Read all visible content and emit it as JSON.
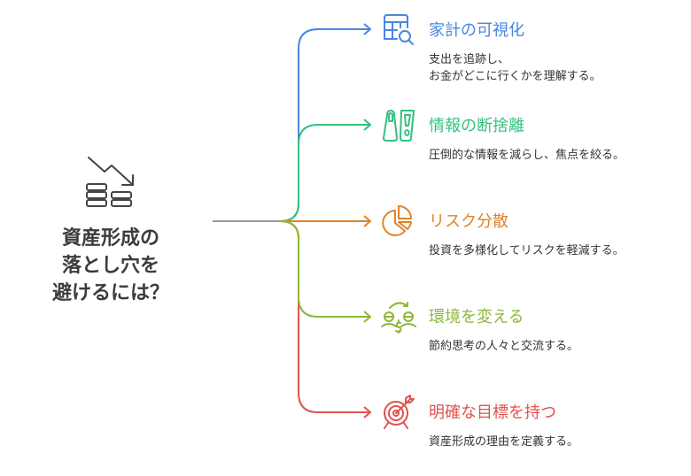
{
  "center": {
    "lines": [
      "資産形成の",
      "落とし穴を",
      "避けるには？"
    ],
    "icon": "declining-coins-icon",
    "color": "#444444"
  },
  "connector_color": "#999999",
  "branches": [
    {
      "title": "家計の可視化",
      "desc": [
        "支出を追跡し、",
        "お金がどこに行くかを理解する。"
      ],
      "color": "#4a86e0",
      "icon": "table-search-icon"
    },
    {
      "title": "情報の断捨離",
      "desc": [
        "圧倒的な情報を減らし、焦点を絞る。"
      ],
      "color": "#35c080",
      "icon": "flippers-icon"
    },
    {
      "title": "リスク分散",
      "desc": [
        "投資を多様化してリスクを軽減する。"
      ],
      "color": "#e0832a",
      "icon": "pie-chart-icon"
    },
    {
      "title": "環境を変える",
      "desc": [
        "節約思考の人々と交流する。"
      ],
      "color": "#8db83a",
      "icon": "people-exchange-icon"
    },
    {
      "title": "明確な目標を持つ",
      "desc": [
        "資産形成の理由を定義する。"
      ],
      "color": "#e0524f",
      "icon": "target-icon"
    }
  ]
}
